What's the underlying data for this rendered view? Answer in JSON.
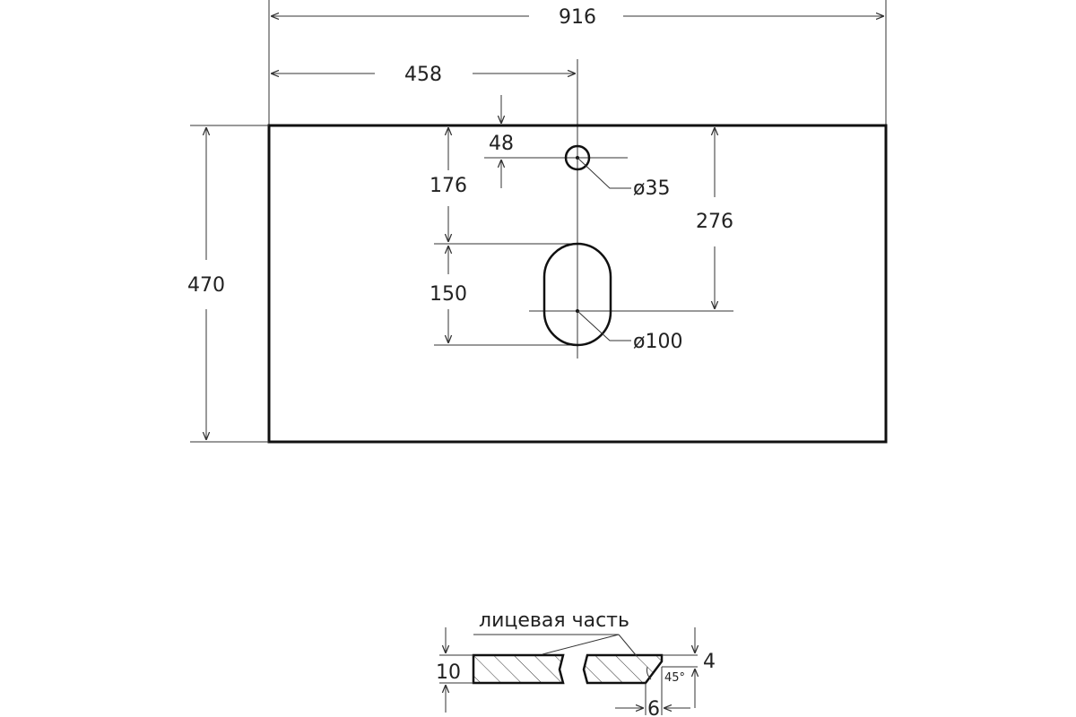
{
  "dimensions": {
    "total_width": "916",
    "half_width": "458",
    "depth": "470",
    "tap_offset": "48",
    "tap_diameter": "ø35",
    "tap_to_drain_top": "176",
    "tap_to_drain_center": "276",
    "drain_length": "150",
    "drain_diameter": "ø100"
  },
  "section": {
    "face_label": "лицевая часть",
    "thickness": "10",
    "bevel_height": "4",
    "bevel_width": "6",
    "bevel_angle": "45°"
  },
  "colors": {
    "line": "#111111",
    "text": "#222222"
  }
}
